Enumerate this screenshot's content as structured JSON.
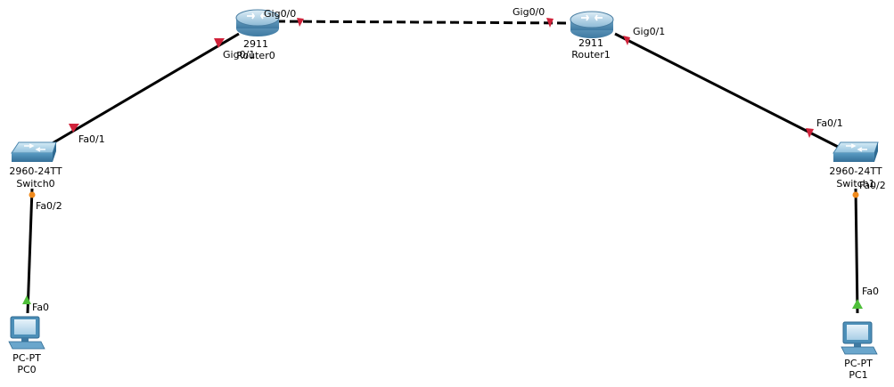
{
  "devices": {
    "router0": {
      "model": "2911",
      "name": "Router0",
      "icon": "router-icon"
    },
    "router1": {
      "model": "2911",
      "name": "Router1",
      "icon": "router-icon"
    },
    "switch0": {
      "model": "2960-24TT",
      "name": "Switch0",
      "icon": "switch-icon"
    },
    "switch1": {
      "model": "2960-24TT",
      "name": "Switch1",
      "icon": "switch-icon"
    },
    "pc0": {
      "model": "PC-PT",
      "name": "PC0",
      "icon": "pc-icon"
    },
    "pc1": {
      "model": "PC-PT",
      "name": "PC1",
      "icon": "pc-icon"
    }
  },
  "ports": {
    "r0_gig00": "Gig0/0",
    "r0_gig01": "Gig0/1",
    "r1_gig00": "Gig0/0",
    "r1_gig01": "Gig0/1",
    "sw0_fa01": "Fa0/1",
    "sw0_fa02": "Fa0/2",
    "sw1_fa01": "Fa0/1",
    "sw1_fa02": "Fa0/2",
    "pc0_fa0": "Fa0",
    "pc1_fa0": "Fa0"
  },
  "colors": {
    "cable": "#000000",
    "link_down": "#d0223a",
    "link_up": "#4fbf3a",
    "link_amber": "#f08a1c",
    "router_body": "#5f95b8",
    "switch_body": "#4e8fb3",
    "pc_body": "#4c8fb8"
  }
}
